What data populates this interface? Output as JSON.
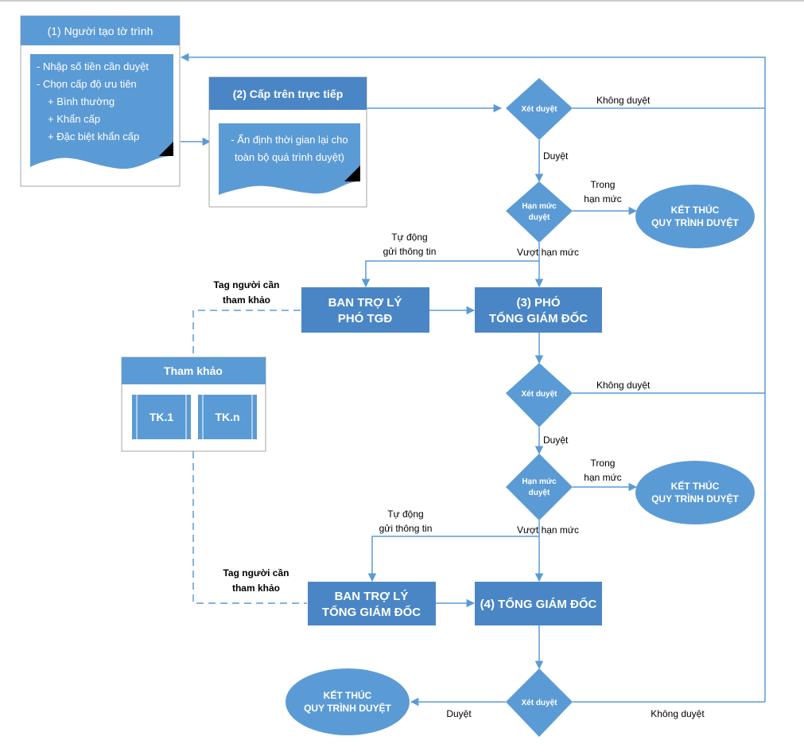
{
  "colors": {
    "box": "#5b9bd5",
    "box_dark": "#4472c4",
    "connector": "#5b9bd5",
    "text_light": "#ffffff",
    "text_dark": "#000000"
  },
  "step1": {
    "title": "(1) Người tạo tờ trình",
    "lines": [
      "- Nhập số tiền cần duyệt",
      "- Chọn cấp độ ưu tiên",
      "+ Bình thường",
      "+ Khẩn cấp",
      "+ Đặc biệt khẩn cấp"
    ]
  },
  "step2": {
    "title": "(2) Cấp trên trực tiếp",
    "lines": [
      "- Ấn định thời gian lại cho",
      "toàn bộ quá trình duyệt)"
    ]
  },
  "decisions": {
    "review": "Xét duyệt",
    "limit_line1": "Hạn mức",
    "limit_line2": "duyệt"
  },
  "edge_labels": {
    "not_approved": "Không duyệt",
    "approved": "Duyệt",
    "within_line1": "Trong",
    "within_line2": "hạn mức",
    "over_limit": "Vượt hạn mức",
    "auto_line1": "Tự động",
    "auto_line2": "gửi thông tin",
    "tag_line1": "Tag người cần",
    "tag_line2": "tham khảo"
  },
  "end_node": {
    "line1": "KẾT THÚC",
    "line2": "QUY TRÌNH DUYỆT"
  },
  "assistant_deputy": {
    "line1": "BAN TRỢ LÝ",
    "line2": "PHÓ TGĐ"
  },
  "step3": {
    "line1": "(3) PHÓ",
    "line2": "TỔNG GIÁM ĐỐC"
  },
  "assistant_ceo": {
    "line1": "BAN TRỢ LÝ",
    "line2": "TỔNG GIÁM ĐỐC"
  },
  "step4": {
    "title": "(4) TỔNG GIÁM ĐỐC"
  },
  "reference": {
    "title": "Tham khảo",
    "item1": "TK.1",
    "item2": "TK.n"
  }
}
